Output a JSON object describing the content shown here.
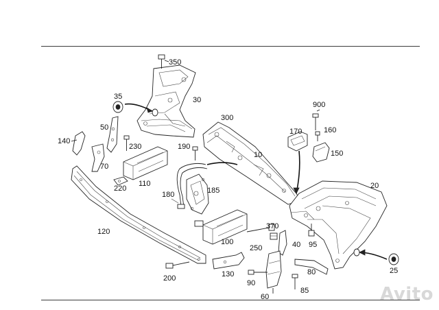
{
  "labels": {
    "p350": "350",
    "p30": "30",
    "p35": "35",
    "p300": "300",
    "p900": "900",
    "p170": "170",
    "p160": "160",
    "p50": "50",
    "p140": "140",
    "p230": "230",
    "p190": "190",
    "p10": "10",
    "p150": "150",
    "p70": "70",
    "p110": "110",
    "p220": "220",
    "p185": "185",
    "p20": "20",
    "p180": "180",
    "p370": "370",
    "p120": "120",
    "p100": "100",
    "p40": "40",
    "p95": "95",
    "p250": "250",
    "p25": "25",
    "p200": "200",
    "p130": "130",
    "p80": "80",
    "p90": "90",
    "p85": "85",
    "p60": "60"
  },
  "watermark": "Avito"
}
